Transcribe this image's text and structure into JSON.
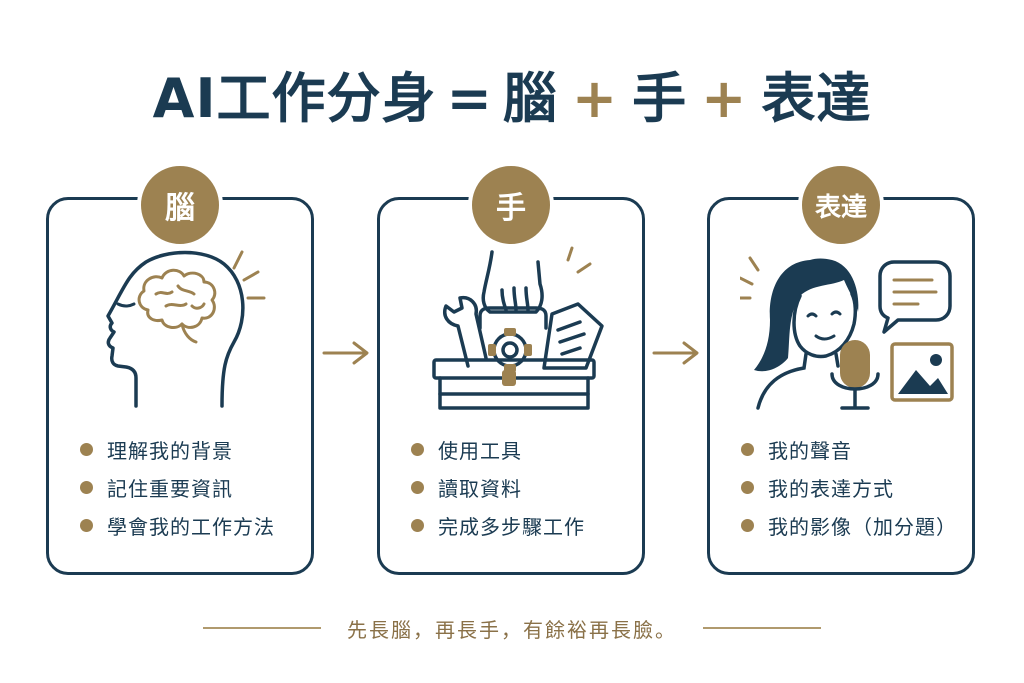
{
  "title": {
    "prefix": "AI工作分身",
    "equals": "=",
    "part1": "腦",
    "plus1": "+",
    "part2": "手",
    "plus2": "+",
    "part3": "表達"
  },
  "cards": [
    {
      "badge": "腦",
      "icon": "head-brain-icon",
      "bullets": [
        "理解我的背景",
        "記住重要資訊",
        "學會我的工作方法"
      ]
    },
    {
      "badge": "手",
      "icon": "toolbox-icon",
      "bullets": [
        "使用工具",
        "讀取資料",
        "完成多步驟工作"
      ]
    },
    {
      "badge": "表達",
      "icon": "woman-speaking-icon",
      "bullets": [
        "我的聲音",
        "我的表達方式",
        "我的影像（加分題）"
      ]
    }
  ],
  "footer": {
    "text": "先長腦，再長手，有餘裕再長臉。"
  },
  "colors": {
    "navy": "#1b3b52",
    "gold": "#9d8251"
  }
}
